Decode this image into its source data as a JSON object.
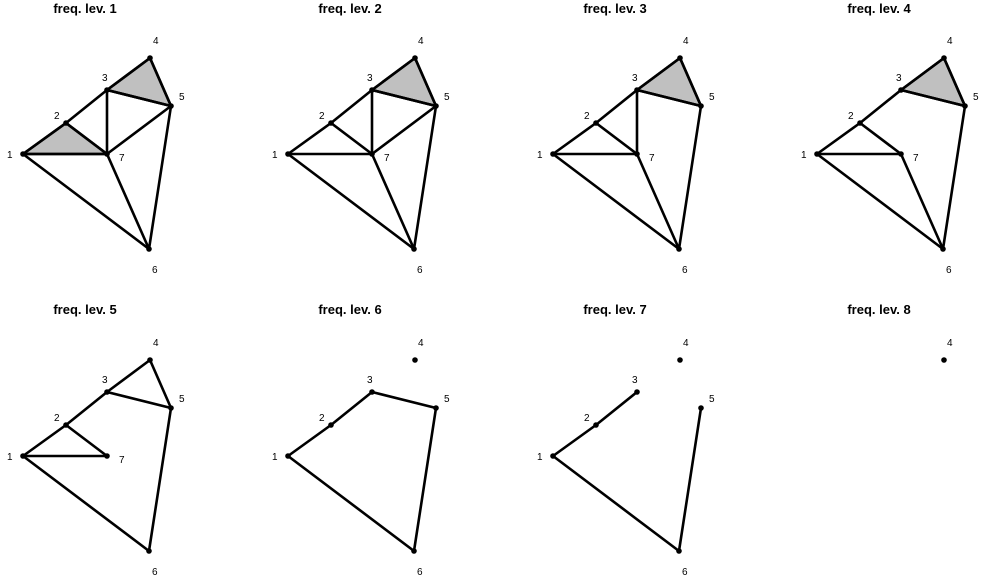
{
  "figure": {
    "fill_color": "#c0c0c0",
    "line_color": "#000000",
    "panels": [
      {
        "title": "freq. lev. 1",
        "nodes": [
          "1",
          "2",
          "3",
          "4",
          "5",
          "6",
          "7"
        ],
        "edges": [
          [
            "1",
            "2"
          ],
          [
            "2",
            "3"
          ],
          [
            "3",
            "4"
          ],
          [
            "4",
            "5"
          ],
          [
            "3",
            "5"
          ],
          [
            "3",
            "7"
          ],
          [
            "1",
            "7"
          ],
          [
            "2",
            "7"
          ],
          [
            "5",
            "7"
          ],
          [
            "1",
            "6"
          ],
          [
            "5",
            "6"
          ],
          [
            "6",
            "7"
          ]
        ],
        "filled_triangles": [
          [
            "1",
            "2",
            "7"
          ],
          [
            "3",
            "4",
            "5"
          ]
        ]
      },
      {
        "title": "freq. lev. 2",
        "nodes": [
          "1",
          "2",
          "3",
          "4",
          "5",
          "6",
          "7"
        ],
        "edges": [
          [
            "1",
            "2"
          ],
          [
            "2",
            "3"
          ],
          [
            "3",
            "4"
          ],
          [
            "4",
            "5"
          ],
          [
            "3",
            "5"
          ],
          [
            "3",
            "7"
          ],
          [
            "1",
            "7"
          ],
          [
            "2",
            "7"
          ],
          [
            "5",
            "7"
          ],
          [
            "1",
            "6"
          ],
          [
            "5",
            "6"
          ],
          [
            "6",
            "7"
          ]
        ],
        "filled_triangles": [
          [
            "3",
            "4",
            "5"
          ]
        ]
      },
      {
        "title": "freq. lev. 3",
        "nodes": [
          "1",
          "2",
          "3",
          "4",
          "5",
          "6",
          "7"
        ],
        "edges": [
          [
            "1",
            "2"
          ],
          [
            "2",
            "3"
          ],
          [
            "3",
            "4"
          ],
          [
            "4",
            "5"
          ],
          [
            "3",
            "5"
          ],
          [
            "3",
            "7"
          ],
          [
            "1",
            "7"
          ],
          [
            "2",
            "7"
          ],
          [
            "1",
            "6"
          ],
          [
            "5",
            "6"
          ],
          [
            "6",
            "7"
          ]
        ],
        "filled_triangles": [
          [
            "3",
            "4",
            "5"
          ]
        ]
      },
      {
        "title": "freq. lev. 4",
        "nodes": [
          "1",
          "2",
          "3",
          "4",
          "5",
          "6",
          "7"
        ],
        "edges": [
          [
            "1",
            "2"
          ],
          [
            "2",
            "3"
          ],
          [
            "3",
            "4"
          ],
          [
            "4",
            "5"
          ],
          [
            "3",
            "5"
          ],
          [
            "1",
            "7"
          ],
          [
            "2",
            "7"
          ],
          [
            "1",
            "6"
          ],
          [
            "5",
            "6"
          ],
          [
            "6",
            "7"
          ]
        ],
        "filled_triangles": [
          [
            "3",
            "4",
            "5"
          ]
        ]
      },
      {
        "title": "freq. lev. 5",
        "nodes": [
          "1",
          "2",
          "3",
          "4",
          "5",
          "6",
          "7"
        ],
        "edges": [
          [
            "1",
            "2"
          ],
          [
            "2",
            "3"
          ],
          [
            "3",
            "4"
          ],
          [
            "4",
            "5"
          ],
          [
            "3",
            "5"
          ],
          [
            "1",
            "7"
          ],
          [
            "2",
            "7"
          ],
          [
            "1",
            "6"
          ],
          [
            "5",
            "6"
          ]
        ],
        "filled_triangles": []
      },
      {
        "title": "freq. lev. 6",
        "nodes": [
          "1",
          "2",
          "3",
          "4",
          "5",
          "6"
        ],
        "edges": [
          [
            "1",
            "2"
          ],
          [
            "2",
            "3"
          ],
          [
            "3",
            "5"
          ],
          [
            "1",
            "6"
          ],
          [
            "5",
            "6"
          ]
        ],
        "filled_triangles": []
      },
      {
        "title": "freq. lev. 7",
        "nodes": [
          "1",
          "2",
          "3",
          "4",
          "5",
          "6"
        ],
        "edges": [
          [
            "1",
            "2"
          ],
          [
            "2",
            "3"
          ],
          [
            "1",
            "6"
          ],
          [
            "5",
            "6"
          ]
        ],
        "filled_triangles": []
      },
      {
        "title": "freq. lev. 8",
        "nodes": [
          "4"
        ],
        "edges": [],
        "filled_triangles": []
      }
    ]
  }
}
